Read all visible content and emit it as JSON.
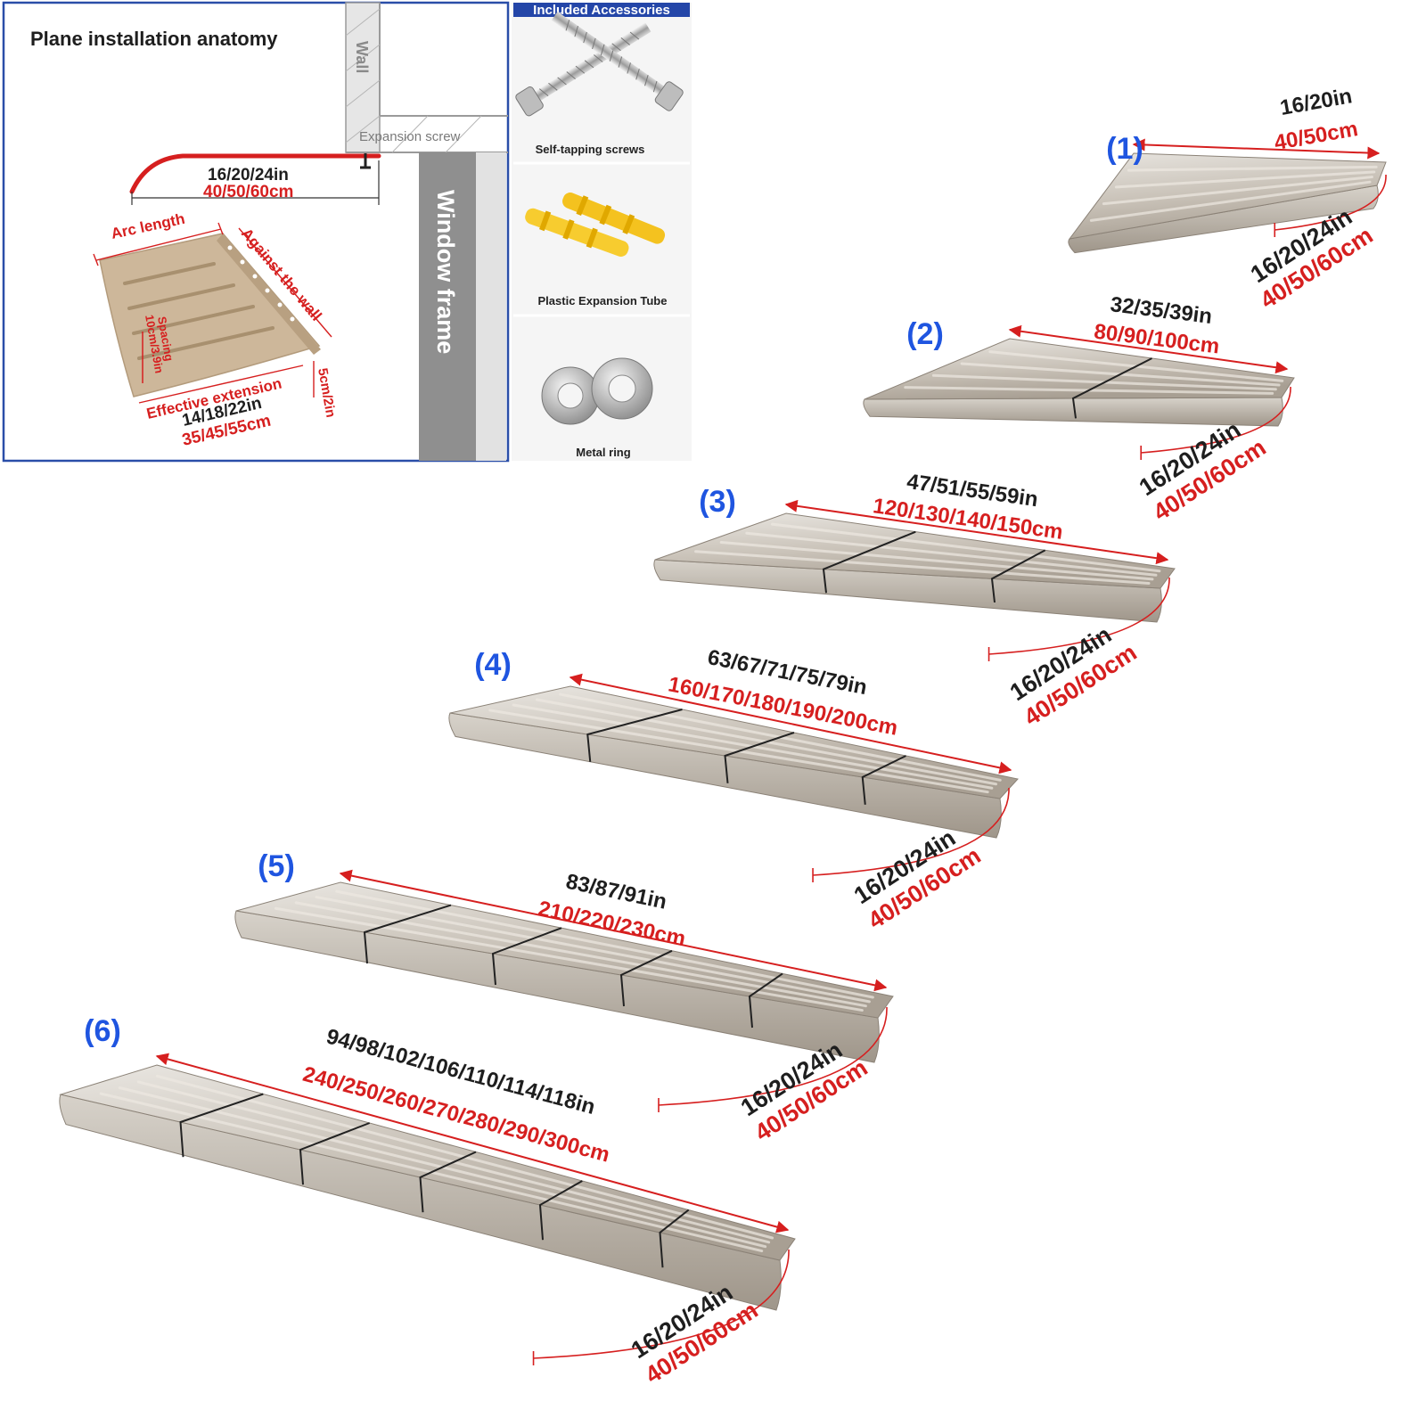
{
  "anatomy": {
    "title": "Plane installation anatomy",
    "wall_label": "Wall",
    "expansion_screw_label": "Expansion screw",
    "window_frame_label": "Window frame",
    "depth_in": "16/20/24in",
    "depth_cm": "40/50/60cm",
    "arc_length_label": "Arc length",
    "against_wall_label": "Against the wall",
    "spacing_label": "Spacing",
    "spacing_value": "10cm/3.9in",
    "effective_extension_label": "Effective extension",
    "effective_in": "14/18/22in",
    "effective_cm": "35/45/55cm",
    "lip_label": "5cm/2in"
  },
  "accessories": {
    "title": "Included Accessories",
    "items": [
      {
        "label": "Self-tapping screws",
        "icon": "screw-icon"
      },
      {
        "label": "Plastic Expansion Tube",
        "icon": "expansion-tube-icon"
      },
      {
        "label": "Metal ring",
        "icon": "washer-icon"
      }
    ]
  },
  "variants": [
    {
      "number": "(1)",
      "width_in": "16/20in",
      "width_cm": "40/50cm",
      "depth_in": "16/20/24in",
      "depth_cm": "40/50/60cm",
      "panels": 1
    },
    {
      "number": "(2)",
      "width_in": "32/35/39in",
      "width_cm": "80/90/100cm",
      "depth_in": "16/20/24in",
      "depth_cm": "40/50/60cm",
      "panels": 2
    },
    {
      "number": "(3)",
      "width_in": "47/51/55/59in",
      "width_cm": "120/130/140/150cm",
      "depth_in": "16/20/24in",
      "depth_cm": "40/50/60cm",
      "panels": 3
    },
    {
      "number": "(4)",
      "width_in": "63/67/71/75/79in",
      "width_cm": "160/170/180/190/200cm",
      "depth_in": "16/20/24in",
      "depth_cm": "40/50/60cm",
      "panels": 4
    },
    {
      "number": "(5)",
      "width_in": "83/87/91in",
      "width_cm": "210/220/230cm",
      "depth_in": "16/20/24in",
      "depth_cm": "40/50/60cm",
      "panels": 5
    },
    {
      "number": "(6)",
      "width_in": "94/98/102/106/110/114/118in",
      "width_cm": "240/250/260/270/280/290/300cm",
      "depth_in": "16/20/24in",
      "depth_cm": "40/50/60cm",
      "panels": 6
    }
  ]
}
